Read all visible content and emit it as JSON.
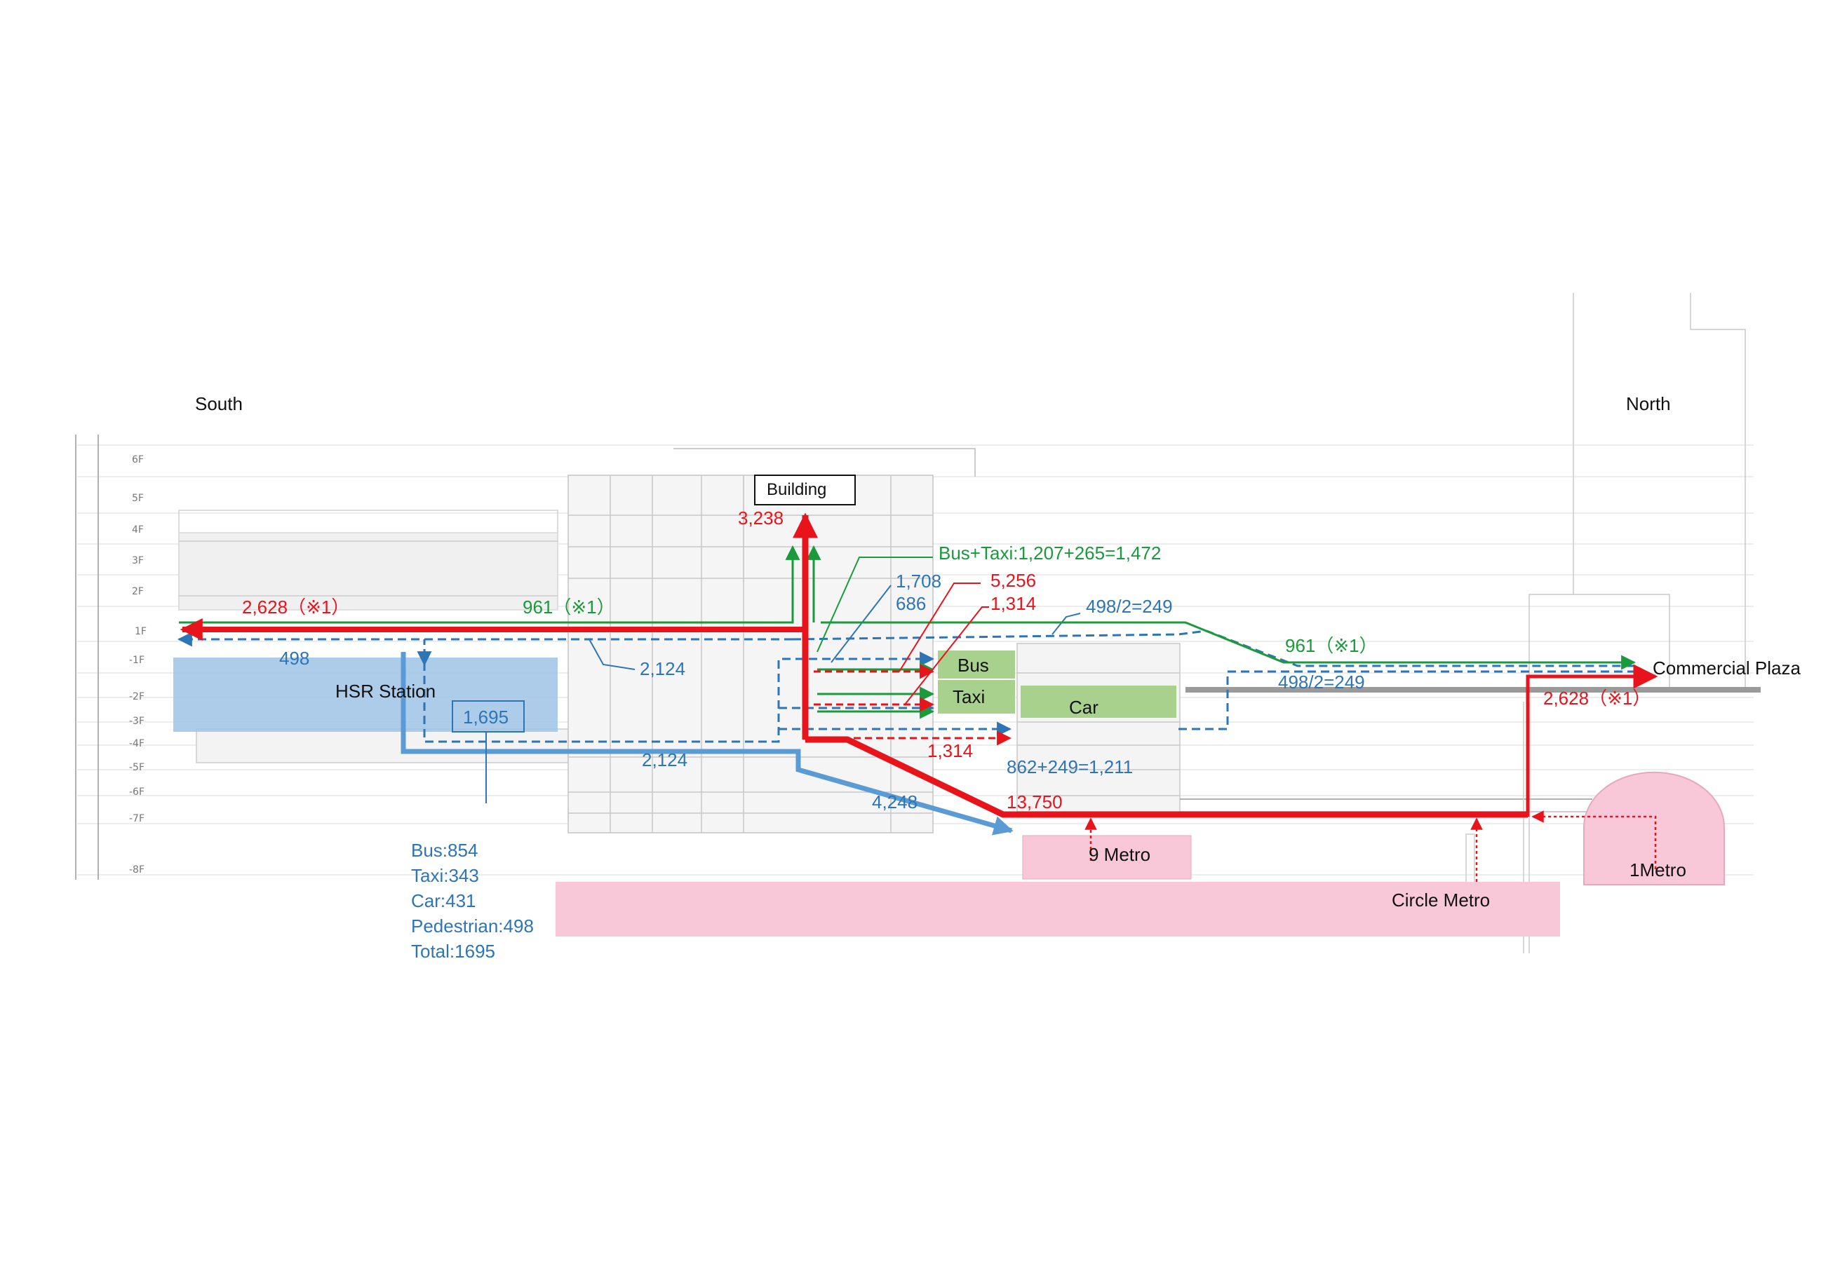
{
  "labels": {
    "south": "South",
    "north": "North",
    "building": "Building",
    "hsr_station": "HSR Station",
    "bus": "Bus",
    "taxi": "Taxi",
    "car": "Car",
    "commercial_plaza": "Commercial Plaza",
    "metro9": "9 Metro",
    "circle_metro": "Circle Metro",
    "metro1": "1Metro"
  },
  "floors": [
    "6F",
    "5F",
    "4F",
    "3F",
    "2F",
    "1F",
    "-1F",
    "-2F",
    "-3F",
    "-4F",
    "-5F",
    "-6F",
    "-7F",
    "-8F"
  ],
  "flows": {
    "building_up": "3,238",
    "south_red": "2,628（※1）",
    "south_green": "961（※1）",
    "south_blue_498": "498",
    "bus_taxi_green": "Bus+Taxi:1,207+265=1,472",
    "blue_1708": "1,708",
    "blue_686": "686",
    "red_5256": "5,256",
    "red_1314_top": "1,314",
    "blue_498_2_top": "498/2=249",
    "blue_2124_top": "2,124",
    "blue_1695": "1,695",
    "blue_2124_bottom": "2,124",
    "red_1314_bottom": "1,314",
    "blue_862": "862+249=1,211",
    "blue_4248": "4,248",
    "red_13750": "13,750",
    "north_green": "961（※1）",
    "north_blue_498": "498/2=249",
    "north_red": "2,628（※1）"
  },
  "breakdown": {
    "bus": "Bus:854",
    "taxi": "Taxi:343",
    "car": "Car:431",
    "pedestrian": "Pedestrian:498",
    "total": "Total:1695"
  },
  "colors": {
    "red": "#e8141b",
    "blue": "#2e75b6",
    "green": "#1a9a3a",
    "hsr_fill": "#9dc3e6",
    "transit_green": "#a9d18e",
    "metro_pink": "#f8c8d8"
  }
}
